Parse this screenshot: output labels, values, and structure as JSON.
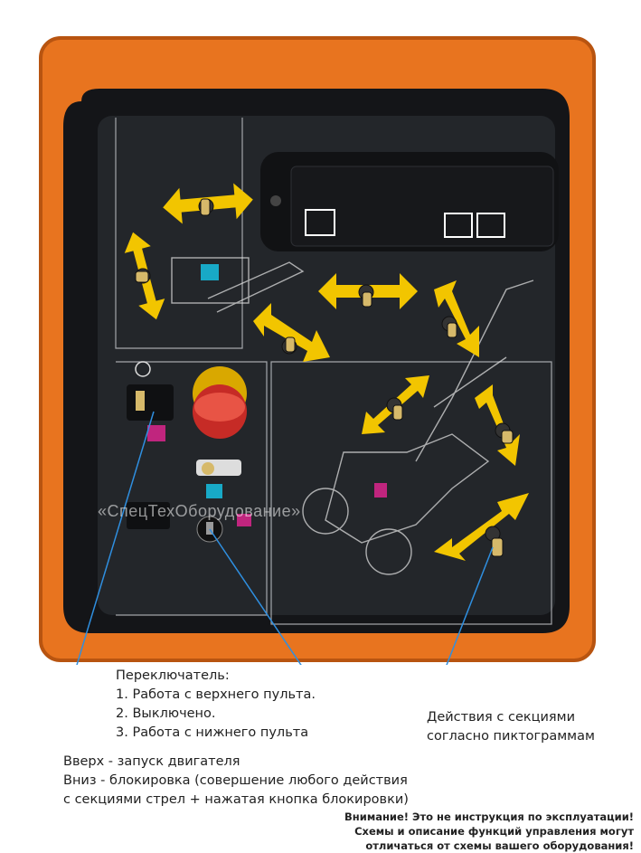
{
  "watermark": "«СпецТехОборудование»",
  "callouts": {
    "switch_title": "Переключатель:",
    "switch_items": [
      "1. Работа с верхнего пульта.",
      "2. Выключено.",
      "3. Работа с нижнего пульта"
    ],
    "sections": [
      "Действия с секциями",
      "согласно пиктограммам"
    ],
    "engine": [
      "Вверх - запуск двигателя",
      "Вниз - блокировка (совершение любого действия",
      "с секциями стрел + нажатая кнопка блокировки)"
    ]
  },
  "warning": [
    "Внимание! Это не инструкция по эксплуатации!",
    "Схемы и описание функций управления могут",
    "отличаться от схемы вашего оборудования!"
  ],
  "colors": {
    "housing": "#e8741f",
    "panel": "#1f2124",
    "arrow": "#f2c500",
    "line": "#2f8fe0",
    "cyan": "#18a9c7",
    "magenta": "#c0257e"
  }
}
